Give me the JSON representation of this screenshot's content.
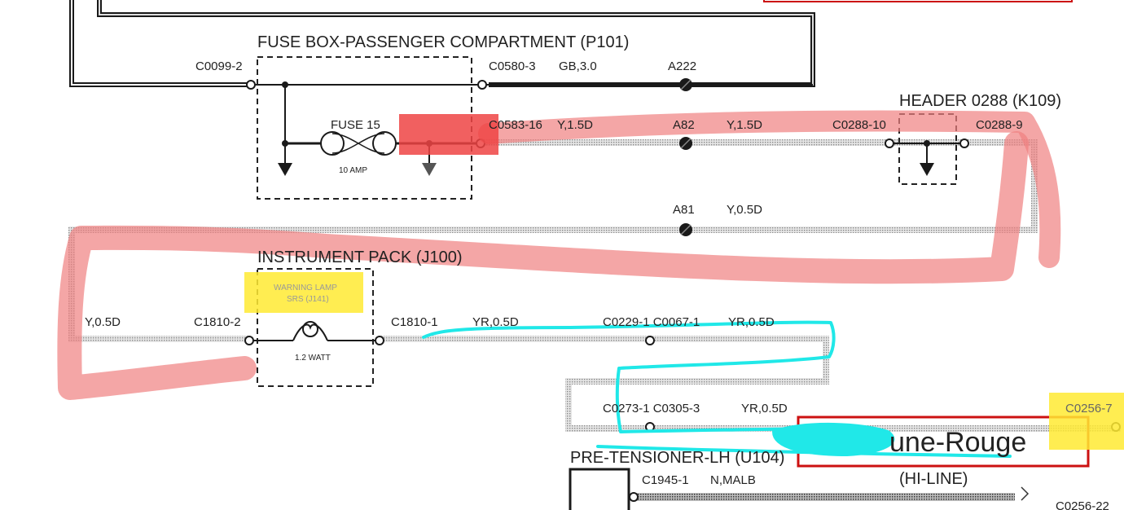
{
  "colors": {
    "wire_dark": "#1a1a1a",
    "wire_grey": "#9a9a9a",
    "highlight_red": "#f08080",
    "highlight_red_strong": "#ee4444",
    "highlight_yellow": "#ffea33",
    "highlight_cyan": "#20e8e8",
    "box_red": "#cc1111"
  },
  "components": {
    "fuse_box_title": "FUSE BOX-PASSENGER COMPARTMENT (P101)",
    "fuse_label": "FUSE 15",
    "fuse_rating": "10 AMP",
    "header_title": "HEADER 0288 (K109)",
    "instrument_pack_title": "INSTRUMENT PACK (J100)",
    "warning_lamp_line1": "WARNING LAMP",
    "warning_lamp_line2": "SRS (J141)",
    "lamp_rating": "1.2 WATT",
    "pretensioner_title": "PRE-TENSIONER-LH (U104)",
    "right_box_text": "une-Rouge",
    "hi_line": "(HI-LINE)"
  },
  "connectors": {
    "c0099_2": "C0099-2",
    "c0580_3": "C0580-3",
    "c0583_16": "C0583-16",
    "c0288_10": "C0288-10",
    "c0288_9": "C0288-9",
    "c1810_2": "C1810-2",
    "c1810_1": "C1810-1",
    "c0229_c0067": "C0229-1 C0067-1",
    "c0273_c0305": "C0273-1 C0305-3",
    "c0256_7": "C0256-7",
    "c1945_1": "C1945-1",
    "c0256_22": "C0256-22"
  },
  "splices": {
    "a222": "A222",
    "a82": "A82",
    "a81": "A81"
  },
  "wire_codes": {
    "gb_3_0": "GB,3.0",
    "y_1_5d_a": "Y,1.5D",
    "y_1_5d_b": "Y,1.5D",
    "y_0_5d_a": "Y,0.5D",
    "y_0_5d_b": "Y,0.5D",
    "yr_0_5d_a": "YR,0.5D",
    "yr_0_5d_b": "YR,0.5D",
    "yr_0_5d_c": "YR,0.5D",
    "n_malb": "N,MALB"
  }
}
